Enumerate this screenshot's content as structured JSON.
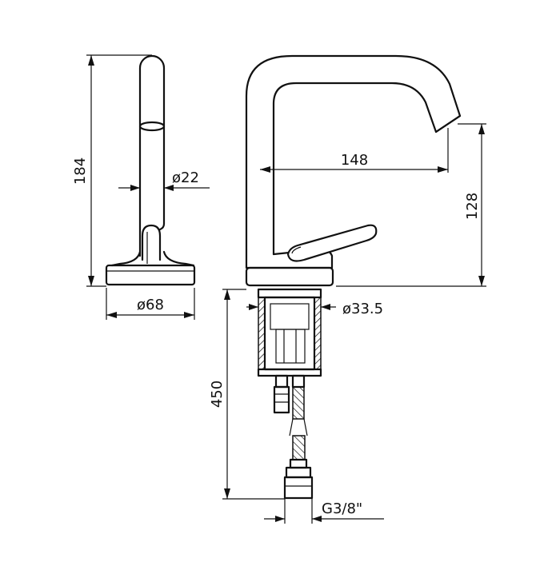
{
  "dimensions": {
    "height_side": "184",
    "spout_diameter": "ø22",
    "base_diameter": "ø68",
    "spout_reach": "148",
    "spout_height": "128",
    "shank_diameter": "ø33.5",
    "hose_length": "450",
    "hose_thread": "G3/8\""
  },
  "colors": {
    "line": "#111111",
    "background": "#ffffff"
  }
}
